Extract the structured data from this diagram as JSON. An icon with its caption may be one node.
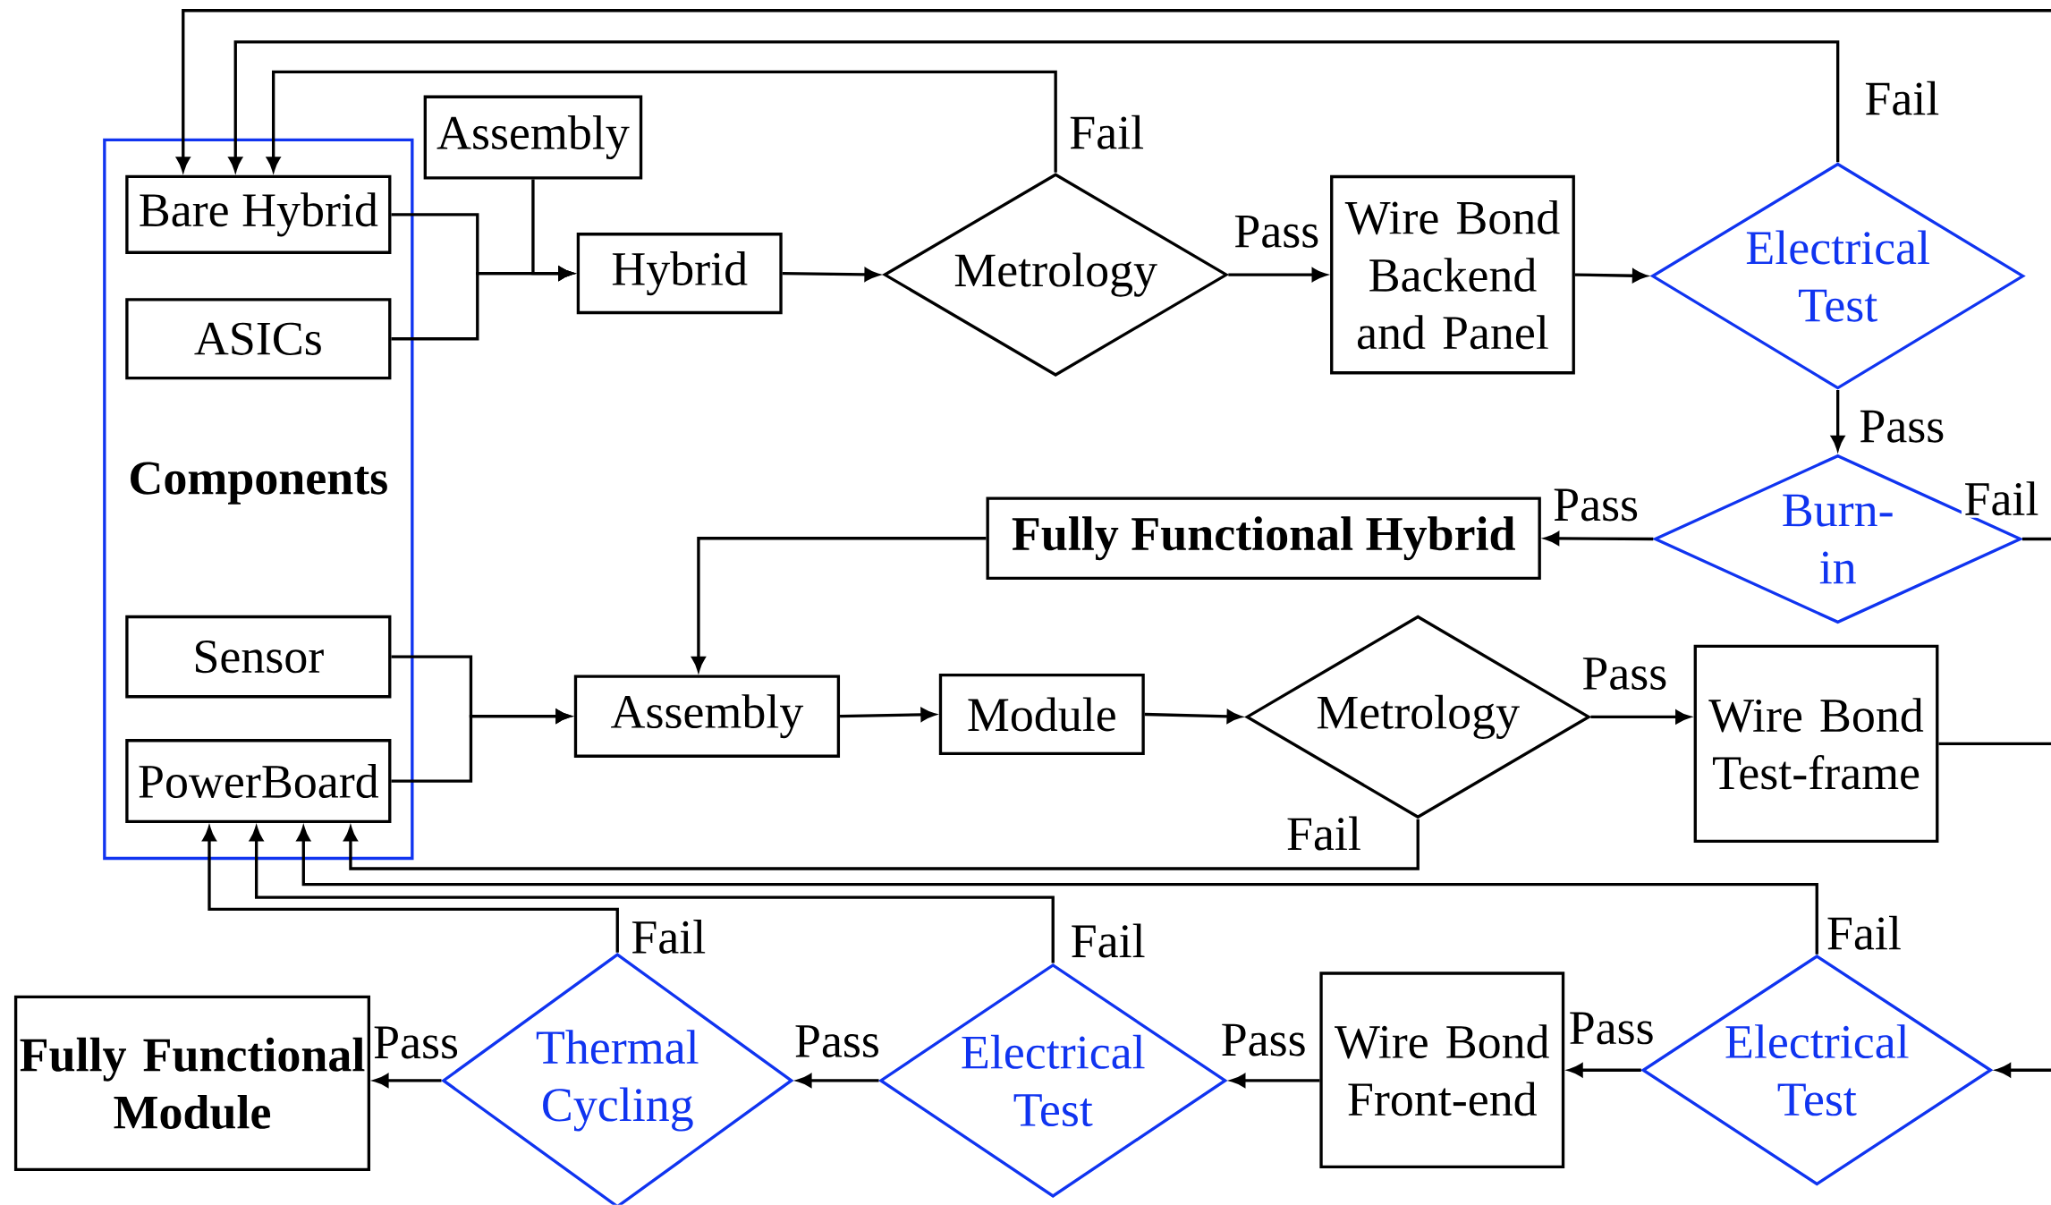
{
  "diagram": {
    "nodes": [
      {
        "text": [
          "Components"
        ]
      },
      {
        "text": [
          "Bare Hybrid"
        ],
        "in": 0
      },
      {
        "text": [
          "ASICs"
        ],
        "in": 0
      },
      {
        "text": [
          "Sensor"
        ],
        "in": 0
      },
      {
        "text": [
          "PowerBoard"
        ],
        "in": 0
      },
      {
        "text": [
          "Assembly"
        ]
      },
      {
        "text": [
          "Hybrid"
        ]
      },
      {
        "text": [
          "Metrology"
        ]
      },
      {
        "text": [
          "Wire Bond Backend and Panel"
        ]
      },
      {
        "text": [
          "Electrical Test"
        ]
      },
      {
        "text": [
          "Burn-in"
        ]
      },
      {
        "text": [
          "Fully Functional Hybrid"
        ]
      },
      {
        "text": [
          "Assembly"
        ]
      },
      {
        "text": [
          "Module"
        ]
      },
      {
        "text": [
          "Metrology"
        ]
      },
      {
        "text": [
          "Wire Bond Test-frame"
        ]
      },
      {
        "text": [
          "Electrical Test"
        ]
      },
      {
        "text": [
          "Wire Bond Front-end"
        ]
      },
      {
        "text": [
          "Electrical Test"
        ]
      },
      {
        "text": [
          "Thermal Cycling"
        ]
      },
      {
        "text": [
          "Fully Functional Module"
        ]
      }
    ],
    "edges": [
      {
        "from": 1,
        "to": 6,
        "arrow": "to"
      },
      {
        "from": 2,
        "to": 6,
        "arrow": "to"
      },
      {
        "from": 5,
        "to": 6,
        "arrow": "to"
      },
      {
        "from": 6,
        "to": 7,
        "arrow": "to"
      },
      {
        "from": 7,
        "to": 8,
        "arrow": "to",
        "label": "Pass"
      },
      {
        "from": 7,
        "to": 1,
        "arrow": "to",
        "label": "Fail"
      },
      {
        "from": 8,
        "to": 9,
        "arrow": "to"
      },
      {
        "from": 9,
        "to": 10,
        "arrow": "to",
        "label": "Pass"
      },
      {
        "from": 9,
        "to": 1,
        "arrow": "to",
        "label": "Fail"
      },
      {
        "from": null,
        "to": 1,
        "arrow": "to"
      },
      {
        "from": 10,
        "to": 11,
        "arrow": "to",
        "label": "Pass"
      },
      {
        "from": 10,
        "to": null,
        "arrow": "none",
        "label": "Fail"
      },
      {
        "from": 11,
        "to": 12,
        "arrow": "to"
      },
      {
        "from": 3,
        "to": 12,
        "arrow": "to"
      },
      {
        "from": 4,
        "to": 12,
        "arrow": "to"
      },
      {
        "from": 12,
        "to": 13,
        "arrow": "to"
      },
      {
        "from": 13,
        "to": 14,
        "arrow": "to"
      },
      {
        "from": 14,
        "to": 15,
        "arrow": "to",
        "label": "Pass"
      },
      {
        "from": 14,
        "to": 4,
        "arrow": "to",
        "label": "Fail"
      },
      {
        "from": 15,
        "to": null,
        "arrow": "none"
      },
      {
        "from": null,
        "to": 16,
        "arrow": "to"
      },
      {
        "from": 16,
        "to": 17,
        "arrow": "to",
        "label": "Pass"
      },
      {
        "from": 16,
        "to": 4,
        "arrow": "to",
        "label": "Fail"
      },
      {
        "from": 17,
        "to": 18,
        "arrow": "to",
        "label": "Pass"
      },
      {
        "from": 18,
        "to": 19,
        "arrow": "to",
        "label": "Pass"
      },
      {
        "from": 18,
        "to": 4,
        "arrow": "to",
        "label": "Fail"
      },
      {
        "from": 19,
        "to": 20,
        "arrow": "to",
        "label": "Pass"
      },
      {
        "from": 19,
        "to": 4,
        "arrow": "to",
        "label": "Fail"
      }
    ]
  }
}
